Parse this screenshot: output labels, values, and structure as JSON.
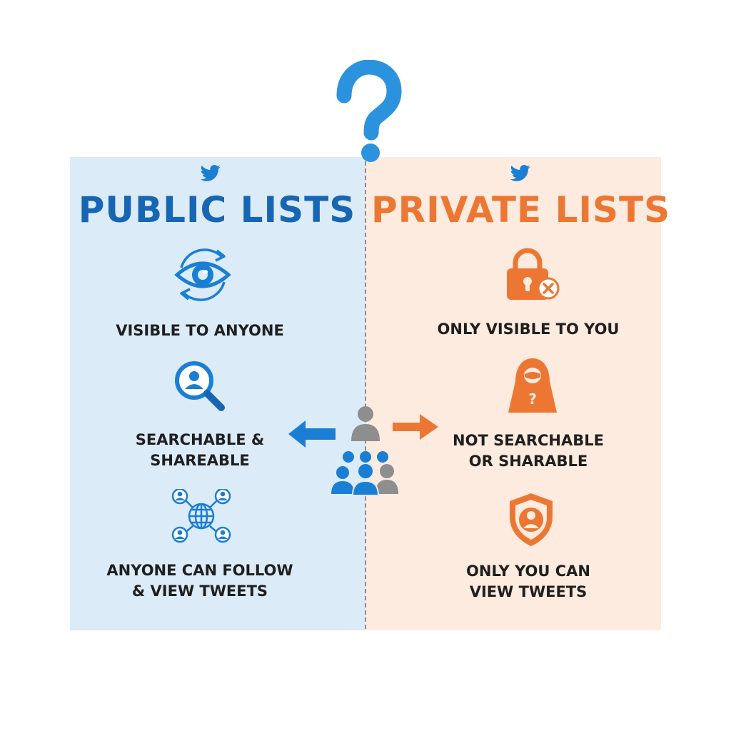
{
  "public": {
    "title": "PUBLIC LISTS",
    "features": [
      {
        "icon": "eye-refresh-icon",
        "lines": [
          "VISIBLE TO ANYONE"
        ]
      },
      {
        "icon": "search-person-icon",
        "lines": [
          "SEARCHABLE &",
          "SHAREABLE"
        ]
      },
      {
        "icon": "global-network-icon",
        "lines": [
          "ANYONE CAN FOLLOW",
          "& VIEW TWEETS"
        ]
      }
    ]
  },
  "private": {
    "title": "PRIVATE LISTS",
    "features": [
      {
        "icon": "lock-x-icon",
        "lines": [
          "ONLY VISIBLE TO YOU"
        ]
      },
      {
        "icon": "hooded-incognito-icon",
        "lines": [
          "NOT SEARCHABLE",
          "OR SHARABLE"
        ]
      },
      {
        "icon": "shield-person-icon",
        "lines": [
          "ONLY YOU CAN",
          "VIEW TWEETS"
        ]
      }
    ]
  },
  "center": {
    "icon": "user-group-icon",
    "left_arrow_icon": "arrow-left-icon",
    "right_arrow_icon": "arrow-right-icon",
    "top_icon": "question-mark-icon"
  },
  "colors": {
    "public_accent": "#1a7fd4",
    "public_title": "#1766b3",
    "public_bg": "#dcebf8",
    "private_accent": "#ec7733",
    "private_bg": "#fcebde",
    "question_mark": "#2b93dd",
    "text": "#1f1f1f",
    "neutral_person": "#8e8e8e"
  }
}
